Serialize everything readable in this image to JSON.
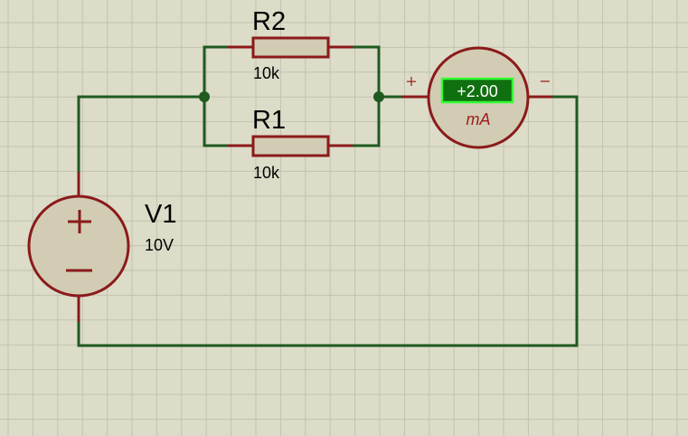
{
  "colors": {
    "background": "#dcdcc8",
    "grid": "#c2c2b2",
    "wire": "#1f5a1f",
    "component": "#8b1a1a",
    "body_fill": "#d2ccb4",
    "display_bg": "#107010",
    "display_border": "#33ff33"
  },
  "components": {
    "r2": {
      "ref": "R2",
      "value": "10k"
    },
    "r1": {
      "ref": "R1",
      "value": "10k"
    },
    "v1": {
      "ref": "V1",
      "value": "10V"
    },
    "ammeter": {
      "reading": "+2.00",
      "unit": "mA",
      "plus": "+",
      "minus": "−"
    }
  }
}
